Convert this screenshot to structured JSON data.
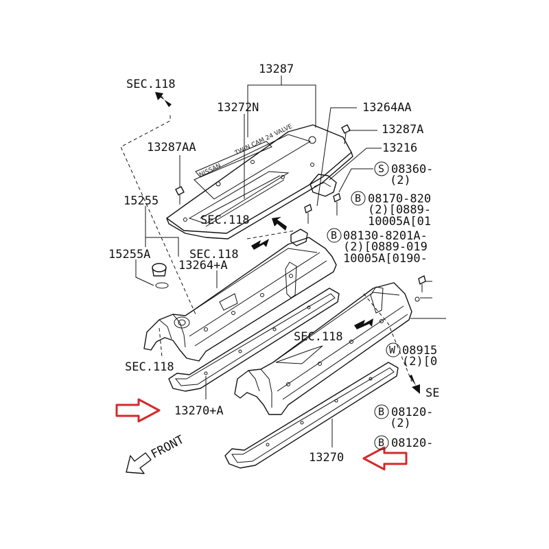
{
  "labels": {
    "p13287": "13287",
    "p13272n": "13272N",
    "p13264aa": "13264AA",
    "p13287a": "13287A",
    "p13216": "13216",
    "p13287aa": "13287AA",
    "sec118_top": "SEC.118",
    "p15255": "15255",
    "p15255a": "15255A",
    "sec118_mid1": "SEC.118",
    "sec118_mid2": "SEC.118",
    "p13264a": "13264+A",
    "sec118_right": "SEC.118",
    "sec118_left": "SEC.118",
    "sec_cut": "SE",
    "p13270a": "13270+A",
    "p13270": "13270",
    "s08360": "08360-",
    "s08360_qty": "(2)",
    "b08170": "08170-820",
    "b08170_qty": "(2)[0889-",
    "b08170_ref": "10005A[01",
    "b08130": "08130-8201A-",
    "b08130_qty": "(2)[0889-019",
    "b08130_ref": "10005A[0190-",
    "w08915": "08915",
    "w08915_qty": "(2)[0",
    "b08120a": "08120-",
    "b08120a_qty": "(2)",
    "b08120b": "08120-",
    "front": "FRONT",
    "emb_logo": "NISSAN",
    "emb_text": "TWIN CAM 24 VALVE"
  },
  "circles": {
    "s": "S",
    "b1": "B",
    "b2": "B",
    "w": "W",
    "b3": "B",
    "b4": "B"
  },
  "colors": {
    "line": "#111111",
    "highlight_arrow": "#d42a2a"
  }
}
